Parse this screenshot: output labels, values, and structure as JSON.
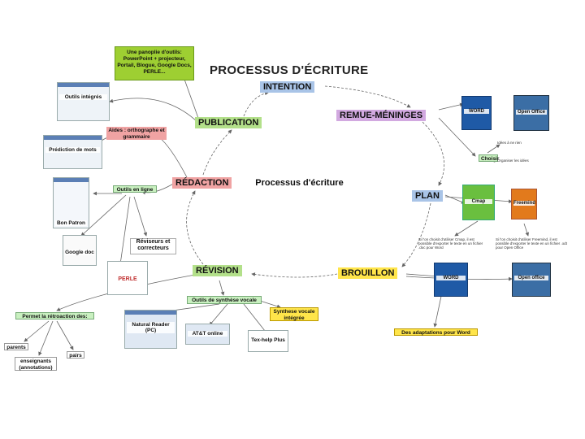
{
  "title": "PROCESSUS D'ÉCRITURE",
  "center_label": "Processus d'écriture",
  "nodes": {
    "intention": "INTENTION",
    "remue": "REMUE-MÉNINGES",
    "publication": "PUBLICATION",
    "redaction": "RÉDACTION",
    "plan": "PLAN",
    "revision": "RÉVISION",
    "brouillon": "BROUILLON"
  },
  "labels": {
    "panoplie": "Une panoplie d'outils: PowerPoint + projecteur, Portail, Blogue, Google Docs, PERLE...",
    "outils_integres": "Outils intégrés",
    "aides": "Aides : orthographe et grammaire",
    "prediction": "Prédiction de mots",
    "outils_en_ligne": "Outils en ligne",
    "bon_patron": "Bon Patron",
    "google_doc": "Google doc",
    "reviseurs": "Réviseurs et correcteurs",
    "perle": "PERLE",
    "retroaction": "Permet la rétroaction des:",
    "parents": "parents",
    "pairs": "pairs",
    "enseignants": "enseignants (annotations)",
    "synthese": "Outils de synthèse vocale",
    "natural": "Natural Reader (PC)",
    "att": "AT&T online",
    "synthese_integree": "Synthese vocale intégrée",
    "texthelp": "Tex-help Plus",
    "word": "WORD",
    "open_office": "Open Office",
    "choisir": "Choisir",
    "cmap": "Cmap",
    "freemind": "Freemind",
    "word2": "WORD",
    "open_office2": "Open office",
    "adaptations": "Des adaptations pour Word"
  },
  "notes": {
    "n1": "Idées à ne rien",
    "n2": "Organiser les idées",
    "n3": "Si l'on choisit d'utiliser Cmap, il est possible d'exporter le texte en un fichier .doc pour Word",
    "n4": "Si l'on choisit d'utiliser Freemind, il est possible d'exporter le texte en un fichier .odt pour Open Office"
  },
  "colors": {
    "blue": "#a9c4e7",
    "green": "#b3e08a",
    "purple": "#d2a9e0",
    "red": "#f0a3a3",
    "yellow": "#ffe54a",
    "yellow_green": "#9ecf32",
    "pale_green": "#c9f0c0",
    "word_blue": "#1f5aa6",
    "freemind_orange": "#e27a1c"
  }
}
